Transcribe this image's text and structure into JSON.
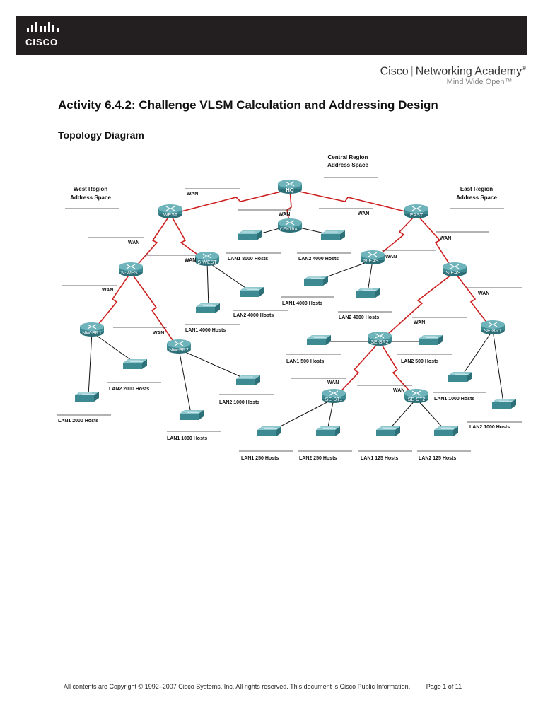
{
  "header": {
    "logo_word": "CISCO",
    "brand_name": "Cisco",
    "brand_product": "Networking Academy",
    "brand_reg": "®",
    "brand_tagline": "Mind Wide Open™"
  },
  "doc": {
    "title": "Activity 6.4.2: Challenge VLSM Calculation and Addressing Design",
    "subtitle": "Topology Diagram"
  },
  "diagram": {
    "regions": {
      "central_line1": "Central Region",
      "central_line2": "Address Space",
      "west_line1": "West Region",
      "west_line2": "Address Space",
      "east_line1": "East Region",
      "east_line2": "Address Space"
    },
    "wan_label": "WAN",
    "routers": {
      "hq": "HQ",
      "west": "WEST",
      "east": "EAST",
      "central": "CENTRAL",
      "n_west": "N-WEST",
      "s_west": "S-WEST",
      "n_east": "N-EAST",
      "s_east": "S-EAST",
      "nw_br1": "NW-BR1",
      "nw_br2": "NW-BR2",
      "se_br1": "SE-BR1",
      "se_br2": "SE-BR2",
      "se_st1": "SE-ST1",
      "se_st2": "SE-ST2"
    },
    "lans": {
      "central_lan1": "LAN1 8000 Hosts",
      "central_lan2": "LAN2 4000 Hosts",
      "swest_lan1": "LAN1 4000 Hosts",
      "swest_lan2": "LAN2 4000 Hosts",
      "neast_lan1": "LAN1 4000 Hosts",
      "neast_lan2": "LAN2 4000 Hosts",
      "nwbr1_lan1": "LAN1 2000 Hosts",
      "nwbr1_lan2": "LAN2 2000 Hosts",
      "nwbr2_lan1": "LAN1 1000 Hosts",
      "nwbr2_lan2": "LAN2 1000 Hosts",
      "sebr2_lan1": "LAN1 500 Hosts",
      "sebr2_lan2": "LAN2 500 Hosts",
      "sebr1_lan1": "LAN1 1000 Hosts",
      "sebr1_lan2": "LAN2 1000 Hosts",
      "sest1_lan1": "LAN1 250 Hosts",
      "sest1_lan2": "LAN2 250 Hosts",
      "sest2_lan1": "LAN1 125 Hosts",
      "sest2_lan2": "LAN2 125 Hosts"
    }
  },
  "footer": {
    "copyright": "All contents are Copyright © 1992–2007 Cisco Systems, Inc. All rights reserved. This document is Cisco Public Information.",
    "page": "Page 1 of 11"
  },
  "colors": {
    "header_bar": "#231f20",
    "wan_link": "#cc1f1f",
    "router": "#3d8a93",
    "switch": "#4a9aa3"
  }
}
